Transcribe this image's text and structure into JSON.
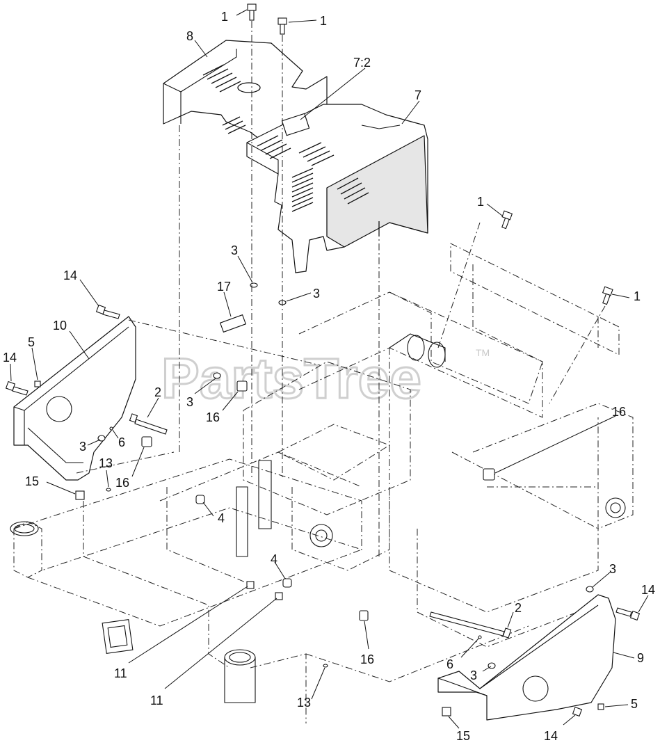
{
  "watermark": {
    "text": "PartsTree",
    "tm": "TM"
  },
  "callouts": [
    {
      "label": "1"
    },
    {
      "label": "1"
    },
    {
      "label": "8"
    },
    {
      "label": "7:2"
    },
    {
      "label": "7"
    },
    {
      "label": "1"
    },
    {
      "label": "3"
    },
    {
      "label": "1"
    },
    {
      "label": "17"
    },
    {
      "label": "3"
    },
    {
      "label": "14"
    },
    {
      "label": "10"
    },
    {
      "label": "5"
    },
    {
      "label": "14"
    },
    {
      "label": "2"
    },
    {
      "label": "3"
    },
    {
      "label": "16"
    },
    {
      "label": "16"
    },
    {
      "label": "3"
    },
    {
      "label": "6"
    },
    {
      "label": "13"
    },
    {
      "label": "16"
    },
    {
      "label": "15"
    },
    {
      "label": "4"
    },
    {
      "label": "4"
    },
    {
      "label": "3"
    },
    {
      "label": "14"
    },
    {
      "label": "2"
    },
    {
      "label": "9"
    },
    {
      "label": "11"
    },
    {
      "label": "16"
    },
    {
      "label": "6"
    },
    {
      "label": "3"
    },
    {
      "label": "11"
    },
    {
      "label": "13"
    },
    {
      "label": "5"
    },
    {
      "label": "15"
    },
    {
      "label": "14"
    }
  ]
}
